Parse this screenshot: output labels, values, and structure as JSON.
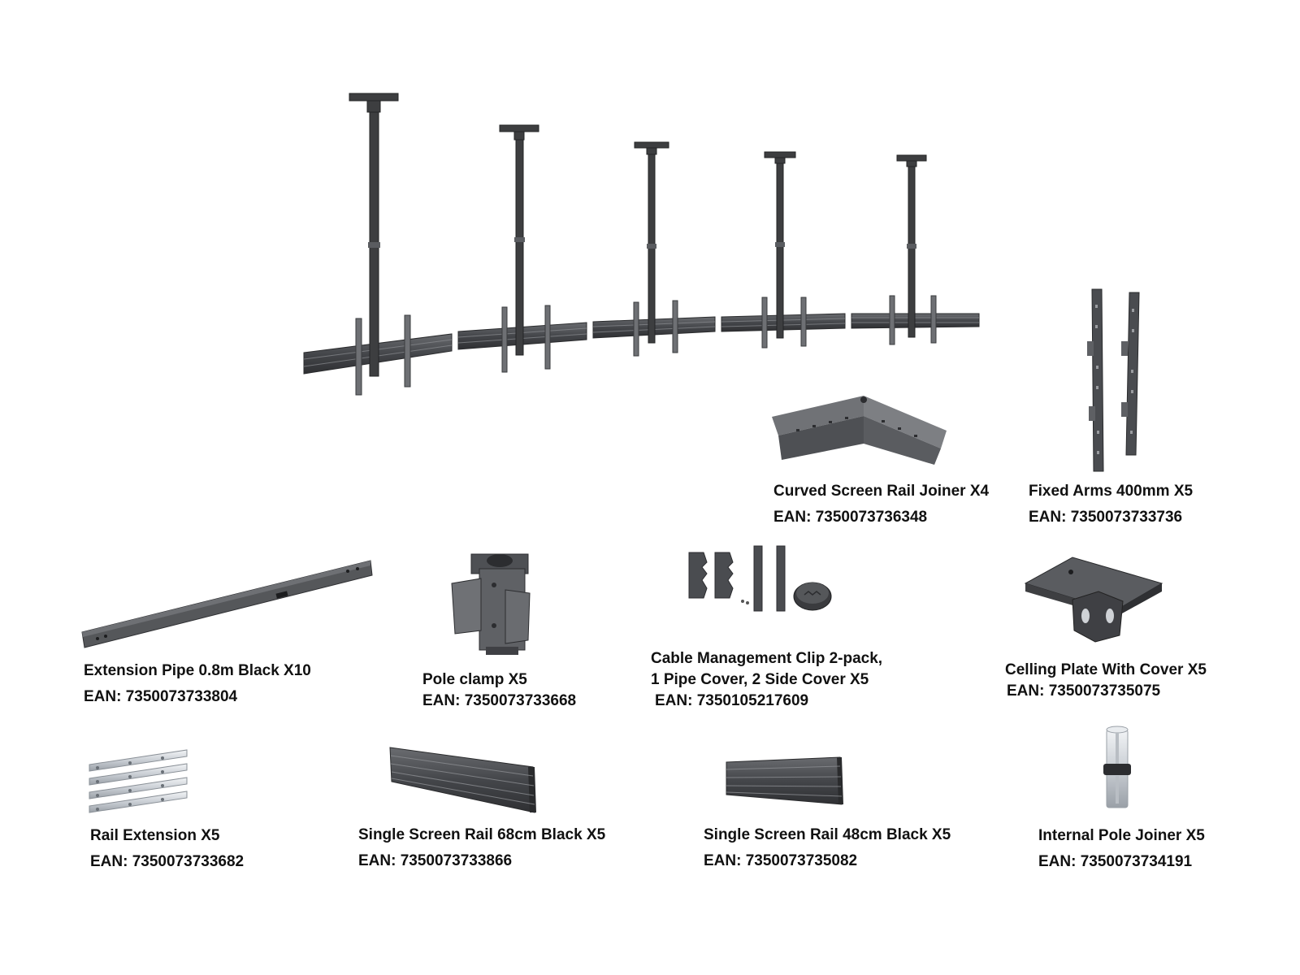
{
  "colors": {
    "background": "#ffffff",
    "text": "#111111",
    "metal_dark": "#3d3e40",
    "metal_mid": "#55575a",
    "metal_light": "#7a7c80",
    "silver": "#d7dbe0"
  },
  "products": [
    {
      "icon": "curved-screen-rail-joiner-icon",
      "name": "Curved Screen Rail Joiner X4",
      "ean": "EAN: 7350073736348"
    },
    {
      "icon": "fixed-arms-icon",
      "name": "Fixed Arms 400mm X5",
      "ean": "EAN: 7350073733736"
    },
    {
      "icon": "extension-pipe-icon",
      "name": "Extension Pipe 0.8m Black X10",
      "ean": "EAN: 7350073733804"
    },
    {
      "icon": "pole-clamp-icon",
      "name": "Pole clamp X5",
      "ean": "EAN: 7350073733668"
    },
    {
      "icon": "cable-management-clip-icon",
      "name_line1": "Cable Management Clip 2-pack,",
      "name_line2": "1 Pipe Cover, 2 Side Cover X5",
      "ean": "EAN: 7350105217609"
    },
    {
      "icon": "ceiling-plate-icon",
      "name": "Celling Plate With Cover X5",
      "ean": "EAN: 7350073735075"
    },
    {
      "icon": "rail-extension-icon",
      "name": "Rail Extension X5",
      "ean": "EAN: 7350073733682"
    },
    {
      "icon": "single-screen-rail-68-icon",
      "name": "Single Screen Rail 68cm Black X5",
      "ean": "EAN: 7350073733866"
    },
    {
      "icon": "single-screen-rail-48-icon",
      "name": "Single Screen Rail 48cm Black X5",
      "ean": "EAN: 7350073735082"
    },
    {
      "icon": "internal-pole-joiner-icon",
      "name": "Internal Pole Joiner X5",
      "ean": "EAN: 7350073734191"
    }
  ]
}
